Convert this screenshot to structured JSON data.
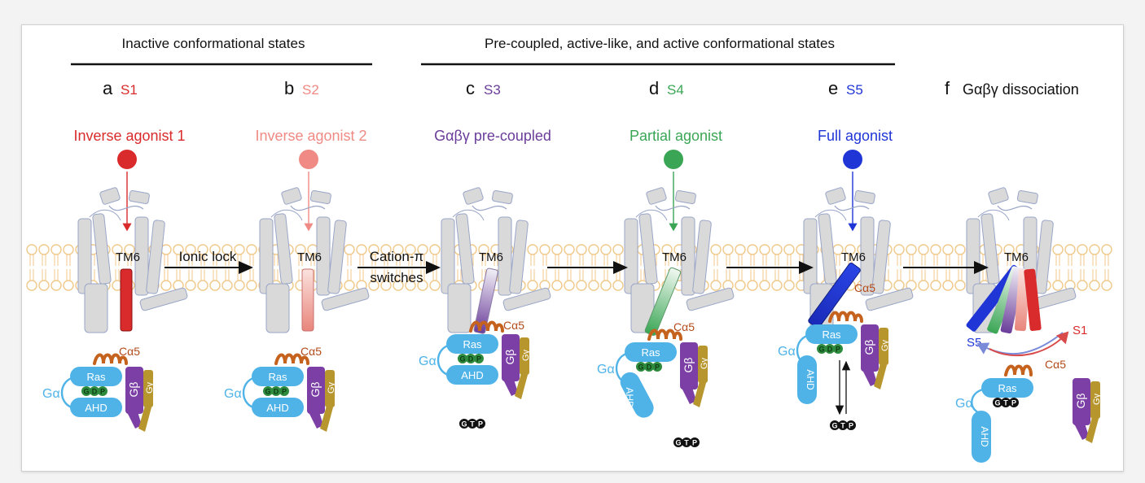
{
  "headers": {
    "inactive": "Inactive conformational states",
    "active": "Pre-coupled, active-like, and active conformational states"
  },
  "panels": [
    {
      "letter": "a",
      "state": "S1",
      "ligand": "Inverse agonist 1",
      "color": "#d92b2b"
    },
    {
      "letter": "b",
      "state": "S2",
      "ligand": "Inverse agonist 2",
      "color": "#ef8a84"
    },
    {
      "letter": "c",
      "state": "S3",
      "ligand": "Gαβγ pre-coupled",
      "color": "#6a3d9a"
    },
    {
      "letter": "d",
      "state": "S4",
      "ligand": "Partial agonist",
      "color": "#3aa655"
    },
    {
      "letter": "e",
      "state": "S5",
      "ligand": "Full agonist",
      "color": "#1f35d6"
    },
    {
      "letter": "f",
      "state": "Gαβγ dissociation",
      "ligand": "",
      "color": "#111111"
    }
  ],
  "transitions": {
    "ionic_lock": "Ionic lock",
    "cation_pi_1": "Cation-π",
    "cation_pi_2": "switches"
  },
  "labels": {
    "tm6": "TM6",
    "ca5": "Cα5",
    "ga": "Gα",
    "gb": "Gβ",
    "gg": "Gγ",
    "ras": "Ras",
    "ahd": "AHD",
    "gdp": [
      "G",
      "D",
      "P"
    ],
    "gtp": [
      "G",
      "T",
      "P"
    ],
    "s5": "S5",
    "s1": "S1"
  },
  "colors": {
    "membrane": "#f0c98a",
    "receptor": "#d9d9d9",
    "receptor_edge": "#9aa6c8",
    "ras": "#4fb3e8",
    "gdp": "#2e8b3e",
    "gbeta": "#7b3fa6",
    "ggamma": "#b8962e",
    "ca5": "#c4621e",
    "arrow": "#111111"
  }
}
